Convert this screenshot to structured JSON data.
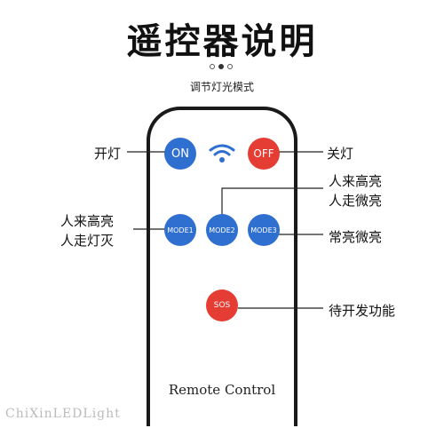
{
  "title": "遥控器说明",
  "subtitle": "调节灯光模式",
  "buttons": {
    "on": "ON",
    "off": "OFF",
    "mode1": "MODE1",
    "mode2": "MODE2",
    "mode3": "MODE3",
    "sos": "SOS"
  },
  "labels": {
    "on": "开灯",
    "off": "关灯",
    "mode1_line1": "人来高亮",
    "mode1_line2": "人走灯灭",
    "mode2_line1": "人来高亮",
    "mode2_line2": "人走微亮",
    "mode3": "常亮微亮",
    "sos": "待开发功能"
  },
  "remote_label": "Remote Control",
  "watermark": "ChiXinLEDLight",
  "colors": {
    "blue": "#2f6fd0",
    "red": "#e53d33"
  },
  "icons": {
    "signal": "wifi-icon"
  }
}
